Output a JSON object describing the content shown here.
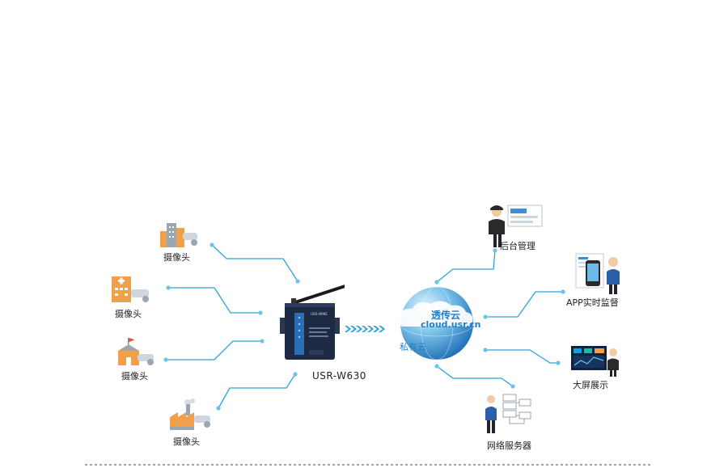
{
  "diagram": {
    "cameras": [
      {
        "label": "摄像头"
      },
      {
        "label": "摄像头"
      },
      {
        "label": "摄像头"
      },
      {
        "label": "摄像头"
      }
    ],
    "device": {
      "model": "USR-W630",
      "brand_text": "USR-AMKE"
    },
    "cloud": {
      "title": "透传云",
      "domain": "cloud.usr.cn",
      "private": "私有云"
    },
    "outputs": [
      {
        "label": "后台管理"
      },
      {
        "label": "APP实时监督"
      },
      {
        "label": "大屏展示"
      },
      {
        "label": "网络服务器"
      }
    ]
  },
  "colors": {
    "link_line": "#2aa3d6",
    "link_dot": "#6ec3ea",
    "cloud_blue": "#1f7fc6",
    "device_body": "#1e2a44",
    "icon_orange": "#f0a04b",
    "icon_grey": "#9aa6b2",
    "divider": "#444444"
  },
  "icons": {
    "camera_sources": [
      "office-building-camera-icon",
      "hospital-camera-icon",
      "school-camera-icon",
      "factory-camera-icon"
    ],
    "outputs": [
      "person-monitor-icon",
      "phone-user-icon",
      "dashboard-screen-icon",
      "server-rack-icon"
    ]
  }
}
